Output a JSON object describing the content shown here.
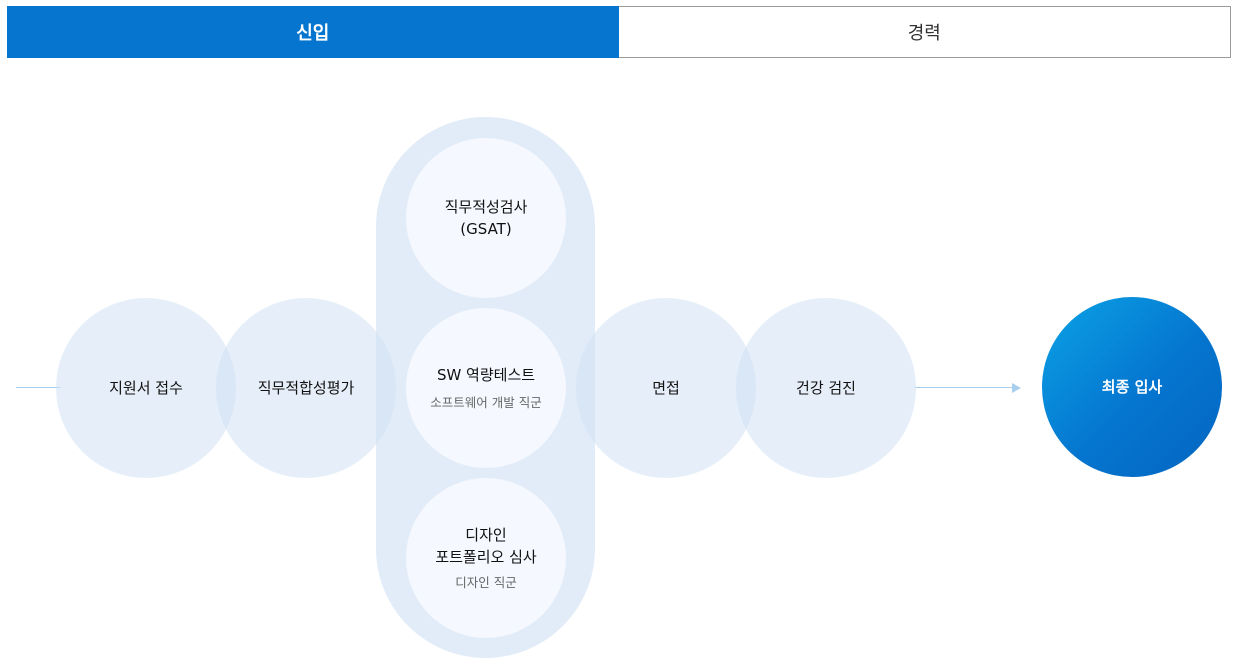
{
  "tabs": {
    "active_label": "신입",
    "inactive_label": "경력"
  },
  "steps": {
    "application": "지원서 접수",
    "job_fit": "직무적합성평가",
    "gsat_line1": "직무적성검사",
    "gsat_line2": "(GSAT)",
    "sw_test": "SW 역량테스트",
    "sw_test_sub": "소프트웨어 개발 직군",
    "design_line1": "디자인",
    "design_line2": "포트폴리오 심사",
    "design_sub": "디자인 직군",
    "interview": "면접",
    "health_check": "건강 검진",
    "final_hire": "최종 입사"
  },
  "colors": {
    "accent": "#0575cf",
    "final_gradient_start": "#0aa3e6",
    "circle_fill": "#cedff3",
    "line": "#a9cfee"
  },
  "icons": {
    "arrow": "arrow-right-icon"
  }
}
